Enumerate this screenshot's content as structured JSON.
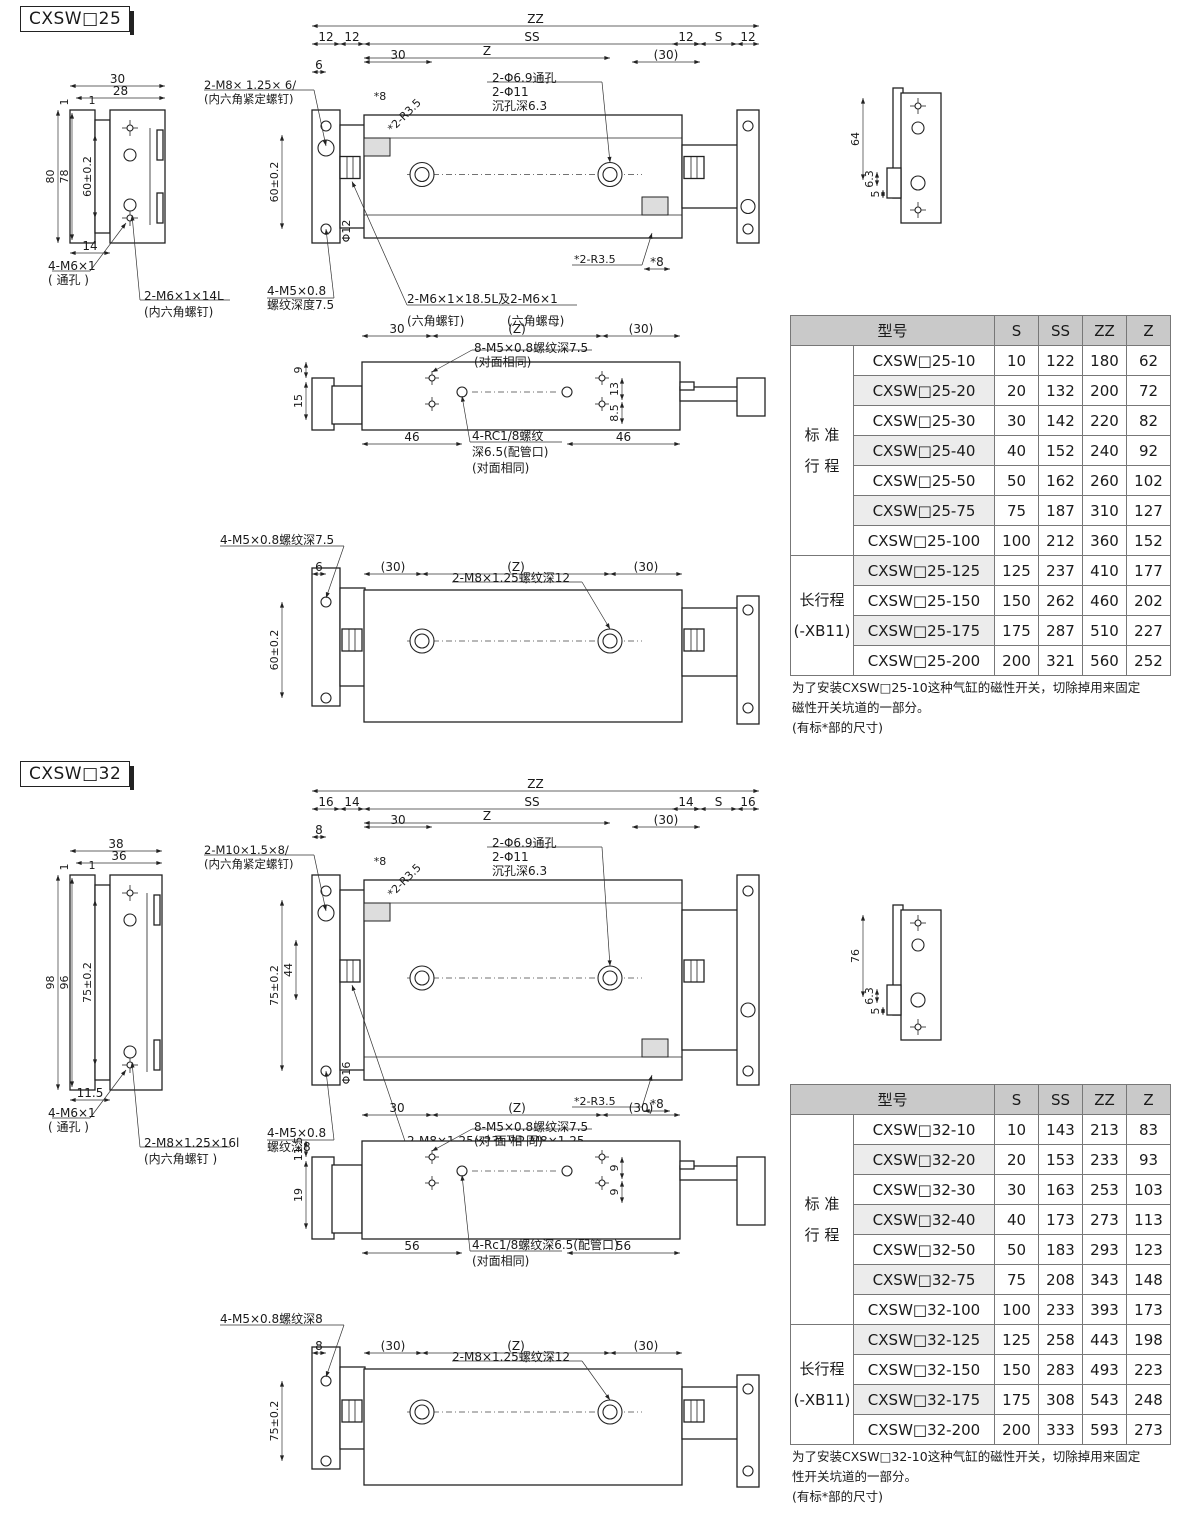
{
  "sections": [
    {
      "title": "CXSW□25",
      "header": {
        "model": "型号",
        "s": "S",
        "ss": "SS",
        "zz": "ZZ",
        "z": "Z"
      },
      "groups": [
        {
          "label": [
            "标 准",
            "行 程"
          ],
          "rows": [
            {
              "model": "CXSW□25-10",
              "s": "10",
              "ss": "122",
              "zz": "180",
              "z": "62"
            },
            {
              "model": "CXSW□25-20",
              "s": "20",
              "ss": "132",
              "zz": "200",
              "z": "72"
            },
            {
              "model": "CXSW□25-30",
              "s": "30",
              "ss": "142",
              "zz": "220",
              "z": "82"
            },
            {
              "model": "CXSW□25-40",
              "s": "40",
              "ss": "152",
              "zz": "240",
              "z": "92"
            },
            {
              "model": "CXSW□25-50",
              "s": "50",
              "ss": "162",
              "zz": "260",
              "z": "102"
            },
            {
              "model": "CXSW□25-75",
              "s": "75",
              "ss": "187",
              "zz": "310",
              "z": "127"
            },
            {
              "model": "CXSW□25-100",
              "s": "100",
              "ss": "212",
              "zz": "360",
              "z": "152"
            }
          ]
        },
        {
          "label": [
            "长行程",
            "(-XB11)"
          ],
          "rows": [
            {
              "model": "CXSW□25-125",
              "s": "125",
              "ss": "237",
              "zz": "410",
              "z": "177"
            },
            {
              "model": "CXSW□25-150",
              "s": "150",
              "ss": "262",
              "zz": "460",
              "z": "202"
            },
            {
              "model": "CXSW□25-175",
              "s": "175",
              "ss": "287",
              "zz": "510",
              "z": "227"
            },
            {
              "model": "CXSW□25-200",
              "s": "200",
              "ss": "321",
              "zz": "560",
              "z": "252"
            }
          ]
        }
      ],
      "note": [
        "为了安装CXSW□25-10这种气缸的磁性开关，切除掉用来固定",
        "磁性开关坑道的一部分。",
        "(有标*部的尺寸)"
      ],
      "side_view": {
        "h_outer": "80",
        "h_mid": "78",
        "h_inner": "60±0.2",
        "w_outer": "30",
        "w_inner": "28",
        "t1": "1",
        "t2": "1",
        "bottom": "14",
        "hole_label": [
          "4-M6×1",
          "( 通孔 )"
        ],
        "screw_label": [
          "2-M6×1×14L",
          "(内六角螺钉)"
        ]
      },
      "top_view": {
        "zz": "ZZ",
        "ss": "SS",
        "z": "Z",
        "d12a": "12",
        "d12b": "12",
        "d30": "30",
        "d30p": "(30)",
        "d12c": "12",
        "s": "S",
        "d12d": "12",
        "d6": "6",
        "set_screw": [
          "2-M8× 1.25× 6/",
          "(内六角紧定螺钉)"
        ],
        "star8": "*8",
        "r35": "*2-R3.5",
        "thru": [
          "2-Φ6.9通孔",
          "2-Φ11",
          "沉孔深6.3"
        ],
        "h60": "60±0.2",
        "phi12": "Φ12",
        "r35b": "*2-R3.5",
        "star8b": "*8",
        "m5": [
          "4-M5×0.8",
          "螺纹深度7.5"
        ],
        "m6": [
          "2-M6×1×18.5L及2-M6×1",
          "(六角螺钉)",
          "(六角螺母)"
        ]
      },
      "front_view": {
        "d30": "30",
        "z": "(Z)",
        "d30p": "(30)",
        "m5": [
          "8-M5×0.8螺纹深7.5",
          "(对面相同)"
        ],
        "d9": "9",
        "d15": "15",
        "d13": "13",
        "d85": "8.5",
        "d46a": "46",
        "d46b": "46",
        "rc": [
          "4-RC1/8螺纹",
          "深6.5(配管口)",
          "(对面相同)"
        ]
      },
      "bottom_view": {
        "m5": "4-M5×0.8螺纹深7.5",
        "d6": "6",
        "d30a": "(30)",
        "z": "(Z)",
        "d30b": "(30)",
        "m8": "2-M8×1.25螺纹深12",
        "h60": "60±0.2"
      },
      "end_view": {
        "h": "64",
        "d63": "6.3",
        "d5": "5"
      }
    },
    {
      "title": "CXSW□32",
      "header": {
        "model": "型号",
        "s": "S",
        "ss": "SS",
        "zz": "ZZ",
        "z": "Z"
      },
      "groups": [
        {
          "label": [
            "标 准",
            "行 程"
          ],
          "rows": [
            {
              "model": "CXSW□32-10",
              "s": "10",
              "ss": "143",
              "zz": "213",
              "z": "83"
            },
            {
              "model": "CXSW□32-20",
              "s": "20",
              "ss": "153",
              "zz": "233",
              "z": "93"
            },
            {
              "model": "CXSW□32-30",
              "s": "30",
              "ss": "163",
              "zz": "253",
              "z": "103"
            },
            {
              "model": "CXSW□32-40",
              "s": "40",
              "ss": "173",
              "zz": "273",
              "z": "113"
            },
            {
              "model": "CXSW□32-50",
              "s": "50",
              "ss": "183",
              "zz": "293",
              "z": "123"
            },
            {
              "model": "CXSW□32-75",
              "s": "75",
              "ss": "208",
              "zz": "343",
              "z": "148"
            },
            {
              "model": "CXSW□32-100",
              "s": "100",
              "ss": "233",
              "zz": "393",
              "z": "173"
            }
          ]
        },
        {
          "label": [
            "长行程",
            "(-XB11)"
          ],
          "rows": [
            {
              "model": "CXSW□32-125",
              "s": "125",
              "ss": "258",
              "zz": "443",
              "z": "198"
            },
            {
              "model": "CXSW□32-150",
              "s": "150",
              "ss": "283",
              "zz": "493",
              "z": "223"
            },
            {
              "model": "CXSW□32-175",
              "s": "175",
              "ss": "308",
              "zz": "543",
              "z": "248"
            },
            {
              "model": "CXSW□32-200",
              "s": "200",
              "ss": "333",
              "zz": "593",
              "z": "273"
            }
          ]
        }
      ],
      "note": [
        "为了安装CXSW□32-10这种气缸的磁性开关，切除掉用来固定",
        "性开关坑道的一部分。",
        "(有标*部的尺寸)"
      ],
      "side_view": {
        "h_outer": "98",
        "h_mid": "96",
        "h_inner": "75±0.2",
        "w_outer": "38",
        "w_inner": "36",
        "t1": "1",
        "t2": "1",
        "bottom": "11.5",
        "hole_label": [
          "4-M6×1",
          "( 通孔 )"
        ],
        "screw_label": [
          "2-M8×1.25×16l",
          "(内六角螺钉 )"
        ]
      },
      "top_view": {
        "zz": "ZZ",
        "ss": "SS",
        "z": "Z",
        "d12a": "16",
        "d12b": "14",
        "d30": "30",
        "d30p": "(30)",
        "d12c": "14",
        "s": "S",
        "d12d": "16",
        "d6": "8",
        "set_screw": [
          "2-M10×1.5×8/",
          "(内六角紧定螺钉)"
        ],
        "star8": "*8",
        "r35": "*2-R3.5",
        "thru": [
          "2-Φ6.9通孔",
          "2-Φ11",
          "沉孔深6.3"
        ],
        "h60": "75±0.2",
        "h44": "44",
        "phi12": "Φ16",
        "r35b": "*2-R3.5",
        "star8b": "*8",
        "m5": [
          "4-M5×0.8",
          "螺纹深8"
        ],
        "m6": [
          "2-M8×1.25×23L及2-M8×1.25",
          "(六角螺钉)",
          "(六角螺母)"
        ]
      },
      "front_view": {
        "d30": "30",
        "z": "(Z)",
        "d30p": "(30)",
        "m5": [
          "8-M5×0.8螺纹深7.5",
          "(对 面 相 同)"
        ],
        "d9": "11.5",
        "d15": "19",
        "d13": "9",
        "d85": "9",
        "d46a": "56",
        "d46b": "56",
        "rc": [
          "4-Rc1/8螺纹深6.5(配管口)",
          "(对面相同)"
        ]
      },
      "bottom_view": {
        "m5": "4-M5×0.8螺纹深8",
        "d6": "8",
        "d30a": "(30)",
        "z": "(Z)",
        "d30b": "(30)",
        "m8": "2-M8×1.25螺纹深12",
        "h60": "75±0.2"
      },
      "end_view": {
        "h": "76",
        "d63": "6.3",
        "d5": "5"
      }
    }
  ]
}
